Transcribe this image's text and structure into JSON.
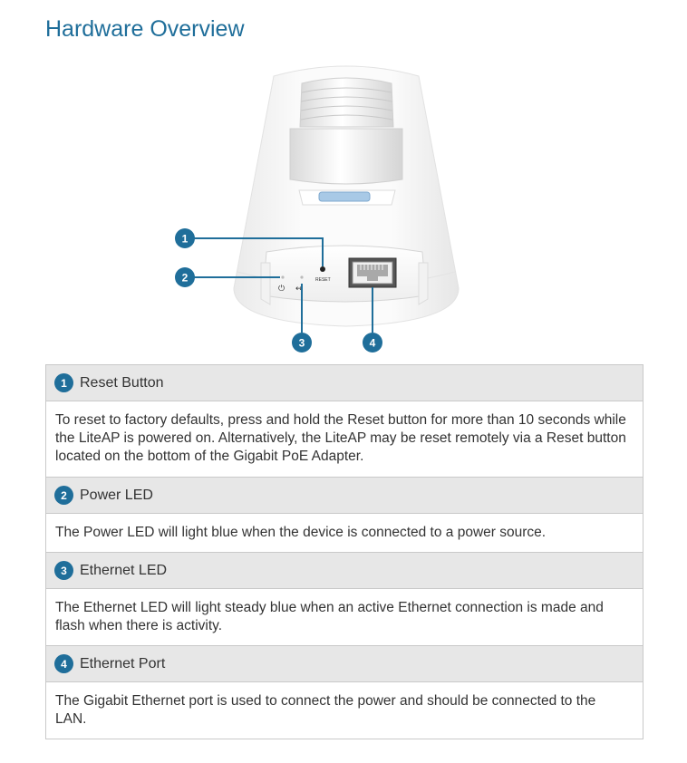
{
  "page": {
    "title": "Hardware Overview"
  },
  "figure": {
    "reset_marking": "RESET",
    "callouts": [
      "1",
      "2",
      "3",
      "4"
    ]
  },
  "sections": [
    {
      "number": "1",
      "heading": "Reset Button",
      "body": "To reset to factory defaults, press and hold the Reset button for more than 10 seconds while the LiteAP is powered on. Alternatively, the LiteAP may be reset remotely via a Reset button located on the bottom of the Gigabit PoE Adapter."
    },
    {
      "number": "2",
      "heading": "Power LED",
      "body": "The Power LED will light blue when the device is connected to a power source."
    },
    {
      "number": "3",
      "heading": "Ethernet LED",
      "body": "The Ethernet LED will light steady blue when an active Ethernet connection is made and flash when there is activity."
    },
    {
      "number": "4",
      "heading": "Ethernet Port",
      "body": "The Gigabit Ethernet port is used to connect the power and should be connected to the LAN."
    }
  ],
  "colors": {
    "accent": "#1f6e9a",
    "header_row_bg": "#e7e7e7",
    "border": "#c9c9c9",
    "text": "#333333"
  }
}
